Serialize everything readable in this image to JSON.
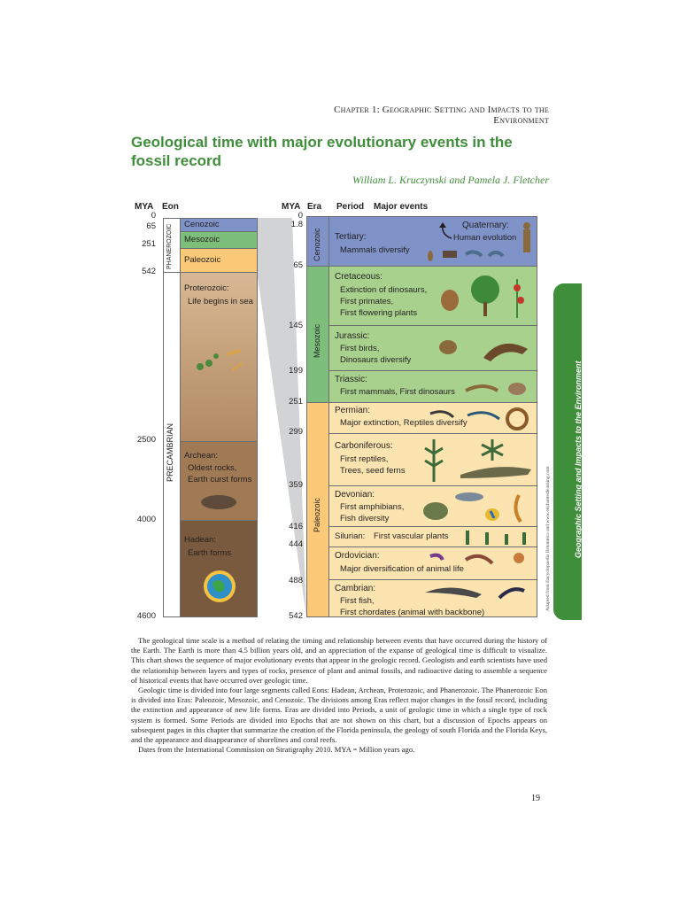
{
  "running_head": "Chapter 1: Geographic Setting and Impacts to the Environment",
  "title": "Geological time with major evolutionary events in the fossil record",
  "authors": "William L. Kruczynski and Pamela J. Fletcher",
  "left_chart": {
    "header_mya": "MYA",
    "header_eon": "Eon",
    "ticks": [
      "0",
      "65",
      "251",
      "542",
      "2500",
      "4000",
      "4600"
    ],
    "phanerozoic_label": "PHANEROZOIC",
    "precambrian_label": "PRECAMBRIAN",
    "eras": [
      {
        "name": "Cenozoic",
        "color": "#7f93c9"
      },
      {
        "name": "Mesozoic",
        "color": "#7dbf7a"
      },
      {
        "name": "Paleozoic",
        "color": "#fbc977"
      }
    ],
    "eons": [
      {
        "name": "Proterozoic:",
        "event": "Life begins in sea"
      },
      {
        "name": "Archean:",
        "event1": "Oldest rocks,",
        "event2": "Earth curst forms"
      },
      {
        "name": "Hadean:",
        "event": "Earth forms"
      }
    ],
    "colors": {
      "proterozoic": "#c8a27c",
      "archean": "#a47d58",
      "hadean": "#7d5a3c"
    }
  },
  "right_chart": {
    "header_mya": "MYA",
    "header_era": "Era",
    "header_period": "Period",
    "header_events": "Major events",
    "ticks": [
      "0",
      "1.8",
      "65",
      "145",
      "199",
      "251",
      "299",
      "359",
      "416",
      "444",
      "488",
      "542"
    ],
    "era_labels": [
      "Cenozoic",
      "Mesozoic",
      "Paleozoic"
    ],
    "quaternary": {
      "name": "Quaternary:",
      "event": "Human evolution"
    },
    "periods": [
      {
        "name": "Tertiary:",
        "events": [
          "Mammals diversify"
        ],
        "color": "#7f93c9"
      },
      {
        "name": "Cretaceous:",
        "events": [
          "Extinction of dinosaurs,",
          "First primates,",
          "First flowering plants"
        ],
        "color": "#a9d18e"
      },
      {
        "name": "Jurassic:",
        "events": [
          "First birds,",
          "Dinosaurs diversify"
        ],
        "color": "#a9d18e"
      },
      {
        "name": "Triassic:",
        "events": [
          "First mammals, First dinosaurs"
        ],
        "color": "#a9d18e"
      },
      {
        "name": "Permian:",
        "events": [
          "Major extinction, Reptiles diversify"
        ],
        "color": "#fbe4b0"
      },
      {
        "name": "Carboniferous:",
        "events": [
          "First reptiles,",
          "Trees, seed ferns"
        ],
        "color": "#fbe4b0"
      },
      {
        "name": "Devonian:",
        "events": [
          "First amphibians,",
          "Fish diversity"
        ],
        "color": "#fbe4b0"
      },
      {
        "name": "Silurian:",
        "events": [
          "First vascular plants"
        ],
        "color": "#fbe4b0"
      },
      {
        "name": "Ordovician:",
        "events": [
          "Major diversification of animal life"
        ],
        "color": "#fbe4b0"
      },
      {
        "name": "Cambrian:",
        "events": [
          "First fish,",
          "First chordates (animal with backbone)"
        ],
        "color": "#fbe4b0"
      }
    ]
  },
  "body": [
    "The geological time scale is a method of relating the timing and relationship between events that have occurred during the history of the Earth. The Earth is more than 4.5 billion years old, and an appreciation of the expanse of geological time is difficult to visualize. This chart shows the sequence of major evolutionary events that appear in the geologic record. Geologists and earth scientists have used the relationship between layers and types of rocks, presence of plant and animal fossils, and radioactive dating to assemble a sequence of historical events that have occurred over geologic time.",
    "Geologic time is divided into four large segments called Eons: Hadean, Archean, Proterozoic, and Phanerozoic. The Phanerozoic Eon is divided into Eras: Paleozoic, Mesozoic, and Cenozoic. The divisions among Eras reflect major changes in the fossil record, including the extinction and appearance of new life forms. Eras are divided into Periods, a unit of geologic time in which a single type of rock system is formed. Some Periods are divided into Epochs that are not shown on this chart, but a discussion of Epochs appears on subsequent pages in this chapter that summarize the creation of the Florida peninsula, the geology of south Florida and the Florida Keys, and the appearance and disappearance of shorelines and coral reefs.",
    "Dates from the International Commission on Stratigraphy 2010. MYA = Million years ago."
  ],
  "side_tab": "Geographic Setting and Impacts to the Environment",
  "credit": "Adapted from Encyclopaedia Britannica and www.enchantedlearning.com",
  "page_number": "19"
}
